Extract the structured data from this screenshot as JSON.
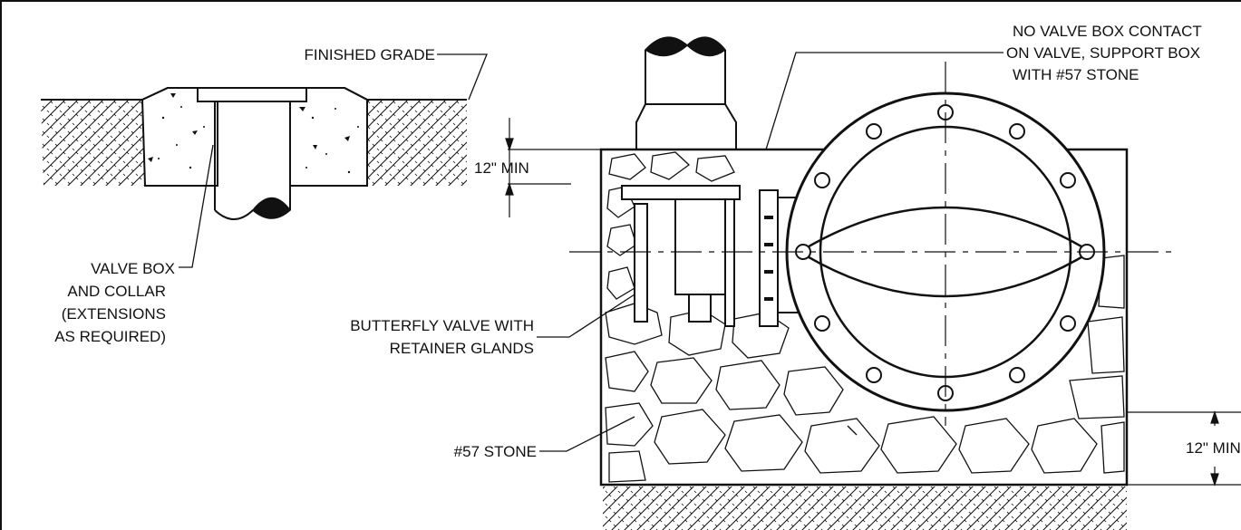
{
  "labels": {
    "finished_grade": "FINISHED GRADE",
    "no_contact": [
      "NO VALVE BOX CONTACT",
      "ON VALVE, SUPPORT BOX",
      "WITH #57 STONE"
    ],
    "min_left": "12\" MIN",
    "min_right": "12\" MIN",
    "valve_box": [
      "VALVE BOX",
      "AND COLLAR",
      "(EXTENSIONS",
      "AS REQUIRED)"
    ],
    "butterfly": [
      "BUTTERFLY VALVE WITH",
      "RETAINER GLANDS"
    ],
    "stone": "#57 STONE"
  },
  "colors": {
    "line": "#111111",
    "paper": "#ffffff"
  }
}
